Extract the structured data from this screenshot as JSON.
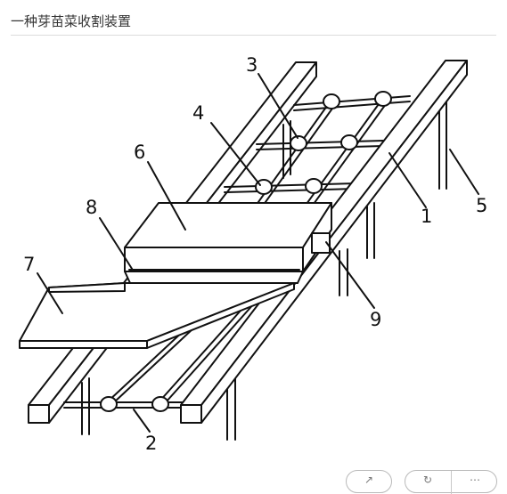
{
  "header": {
    "title": "一种芽苗菜收割装置"
  },
  "diagram": {
    "callouts": [
      "1",
      "2",
      "3",
      "4",
      "5",
      "6",
      "7",
      "8",
      "9"
    ],
    "colors": {
      "line": "#111111",
      "background": "#ffffff"
    }
  },
  "controls": {
    "icons": [
      "share-icon",
      "refresh-icon",
      "more-icon"
    ]
  }
}
